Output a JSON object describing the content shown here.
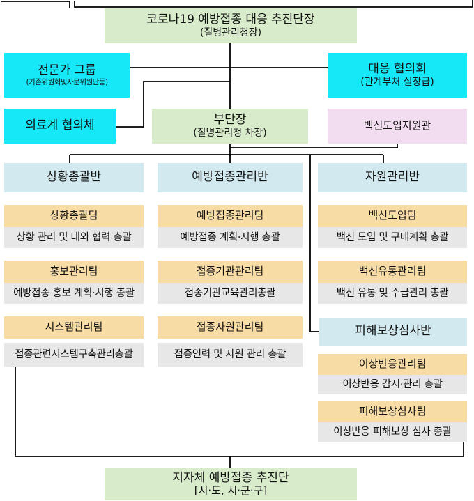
{
  "hq": {
    "title": "코로나19 예방접종 대응 추진단장",
    "sub": "(질병관리청장)"
  },
  "expert": {
    "title": "전문가 그룹",
    "sub": "(기존위원회및자문위원단등)"
  },
  "council": {
    "title": "대응 협의회",
    "sub": "(관계부처 실장급)"
  },
  "medical": {
    "title": "의료계 협의체"
  },
  "deputy": {
    "title": "부단장",
    "sub": "(질병관리청 차장)"
  },
  "vaccine_officer": {
    "title": "백신도입지원관"
  },
  "divisions": {
    "situation": {
      "title": "상황총괄반",
      "teams": [
        {
          "name": "상황총괄팀",
          "desc": "상황 관리 및 대외 협력 총괄"
        },
        {
          "name": "홍보관리팀",
          "desc": "예방접종 홍보 계획·시행 총괄"
        },
        {
          "name": "시스템관리팀",
          "desc": "접종관련시스템구축관리총괄"
        }
      ]
    },
    "prevention": {
      "title": "예방접종관리반",
      "teams": [
        {
          "name": "예방접종관리팀",
          "desc": "예방접종 계획·시행 총괄"
        },
        {
          "name": "접종기관관리팀",
          "desc": "접종기관교육관리총괄"
        },
        {
          "name": "접종자원관리팀",
          "desc": "접종인력 및 자원 관리 총괄"
        }
      ]
    },
    "resource": {
      "title": "자원관리반",
      "teams": [
        {
          "name": "백신도입팀",
          "desc": "백신 도입 및 구매계획 총괄"
        },
        {
          "name": "백신유통관리팀",
          "desc": "백신 유통 및 수급관리 총괄"
        }
      ]
    },
    "compensation": {
      "title": "피해보상심사반",
      "teams": [
        {
          "name": "이상반응관리팀",
          "desc": "이상반응 감시·관리 총괄"
        },
        {
          "name": "피해보상심사팀",
          "desc": "이상반응 피해보상 심사 총괄"
        }
      ]
    }
  },
  "local": {
    "title": "지자체 예방접종 추진단",
    "sub": "[시·도, 시·군·구]"
  }
}
